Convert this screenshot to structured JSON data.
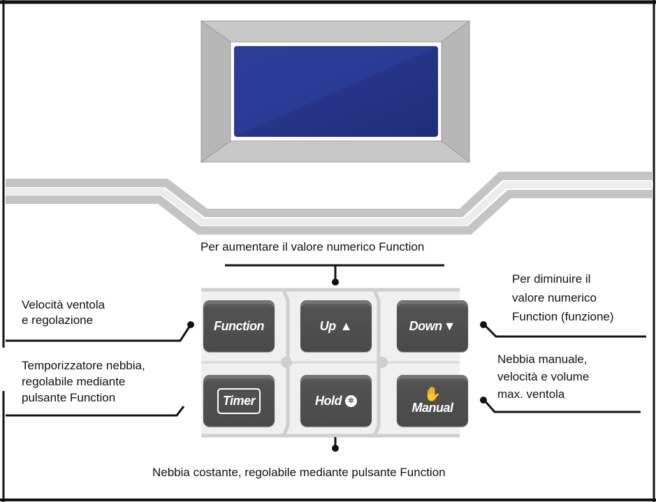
{
  "labels": {
    "up_desc": "Per aumentare il valore numerico Function",
    "down_desc": [
      "Per diminuire il",
      "valore numerico",
      "Function (funzione)"
    ],
    "function_desc": [
      "Velocità ventola",
      "e regolazione"
    ],
    "timer_desc": [
      "Temporizzatore nebbia,",
      "regolabile mediante",
      "pulsante Function"
    ],
    "manual_desc": [
      "Nebbia manuale,",
      "velocità e volume",
      "max. ventola"
    ],
    "hold_desc": "Nebbia costante, regolabile mediante pulsante Function"
  },
  "buttons": {
    "function": "Function",
    "up": "Up",
    "down": "Down",
    "timer": "Timer",
    "hold": "Hold",
    "manual": "Manual"
  },
  "icons": {
    "up": "up-triangle-icon",
    "down": "down-triangle-icon",
    "hold": "mist-dot-icon",
    "manual": "hand-icon"
  },
  "colors": {
    "button": "#4f4f4f",
    "bezel": "#c8c8c8",
    "screen": "#2d3e99",
    "panel": "#efefef"
  }
}
